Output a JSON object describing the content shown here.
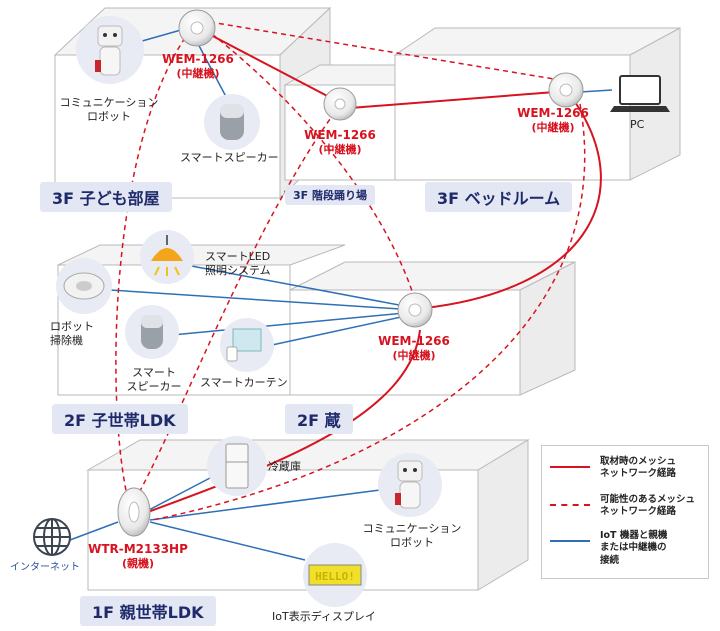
{
  "colors": {
    "red_route": "#d7131f",
    "blue_link": "#2e6fb7",
    "room_bg": "#e3e7f3",
    "room_text": "#1f2a6b",
    "box_edge": "#b9b9b9"
  },
  "rooms": {
    "r3f_kids": "3F 子ども部屋",
    "r3f_stairs": "3F 階段踊り場",
    "r3f_bed": "3F ベッドルーム",
    "r2f_ldk": "2F 子世帯LDK",
    "r2f_storage": "2F 蔵",
    "r1f_ldk": "1F 親世帯LDK"
  },
  "routers": {
    "top_left_name": "WEM-1266",
    "top_left_role": "(中継機)",
    "stairs_name": "WEM-1266",
    "stairs_role": "(中継機)",
    "bedroom_name": "WEM-1266",
    "bedroom_role": "(中継機)",
    "floor2_name": "WEM-1266",
    "floor2_role": "(中継機)",
    "parent_name": "WTR-M2133HP",
    "parent_role": "(親機)"
  },
  "devices": {
    "comm_robot_3f": "コミュニケーション\nロボット",
    "smart_speaker_3f": "スマートスピーカー",
    "pc": "PC",
    "smart_led": "スマートLED\n照明システム",
    "robot_cleaner": "ロボット\n掃除機",
    "smart_speaker_2f": "スマート\nスピーカー",
    "smart_curtain": "スマートカーテン",
    "fridge": "冷蔵庫",
    "comm_robot_1f": "コミュニケーション\nロボット",
    "internet": "インターネット",
    "iot_display": "IoT表示ディスプレイ",
    "display_text": "HELLO!"
  },
  "legend": {
    "solid_red": "取材時のメッシュ\nネットワーク経路",
    "dashed_red": "可能性のあるメッシュ\nネットワーク経路",
    "blue": "IoT 機器と親機\nまたは中継機の\n接続"
  },
  "icons": [
    "router-icon",
    "robot-icon",
    "speaker-icon",
    "laptop-icon",
    "lamp-icon",
    "cleaner-icon",
    "curtain-icon",
    "fridge-icon",
    "globe-icon",
    "display-icon"
  ]
}
